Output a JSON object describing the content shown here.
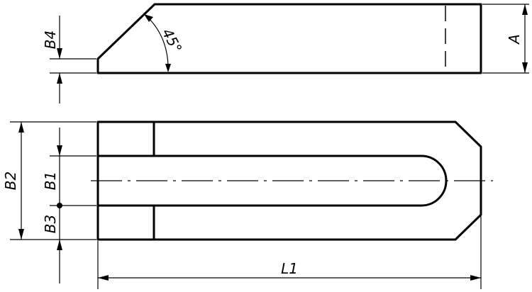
{
  "labels": {
    "b4": "B4",
    "angle": "45°",
    "a": "A",
    "b2": "B2",
    "b1": "B1",
    "b3": "B3",
    "l1": "L1"
  },
  "colors": {
    "line": "#000000",
    "background": "#ffffff"
  }
}
